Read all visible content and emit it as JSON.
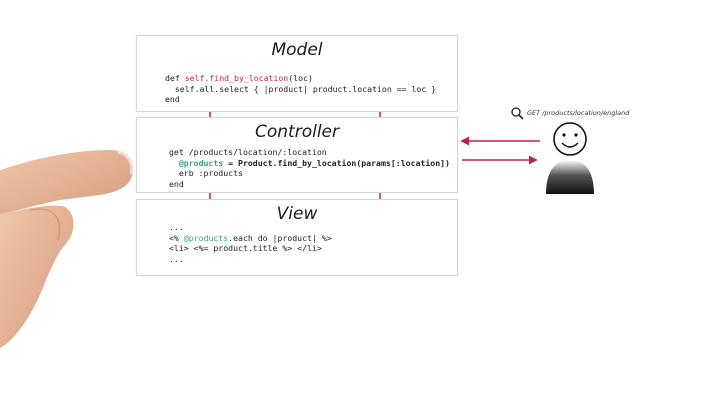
{
  "model": {
    "title": "Model",
    "code": [
      {
        "a": "def ",
        "b": "self.find_by_location",
        "c": "(loc)"
      },
      {
        "a": "  self.all.select { |product| product.location == loc }"
      },
      {
        "a": "end"
      }
    ]
  },
  "controller": {
    "title": "Controller",
    "code": [
      {
        "a": "get /products/location/:location"
      },
      {
        "a": "  ",
        "ivar": "@products",
        "rest": " = Product.find_by_location(params[:location])"
      },
      {
        "a": "  erb :products"
      },
      {
        "a": "end"
      }
    ]
  },
  "view": {
    "title": "View",
    "code": [
      {
        "a": "..."
      },
      {
        "a": "<% ",
        "ivar": "@products",
        "rest": ".each do |product| %>"
      },
      {
        "a": "<li> <%= product.title %> </li>"
      },
      {
        "a": "..."
      }
    ]
  },
  "request": {
    "label": "GET /products/location/england",
    "icon": "magnifier-icon"
  },
  "user": {
    "icon": "stick-user-icon"
  },
  "colors": {
    "arrow": "#c0243f",
    "skin": "#e9b99a"
  }
}
